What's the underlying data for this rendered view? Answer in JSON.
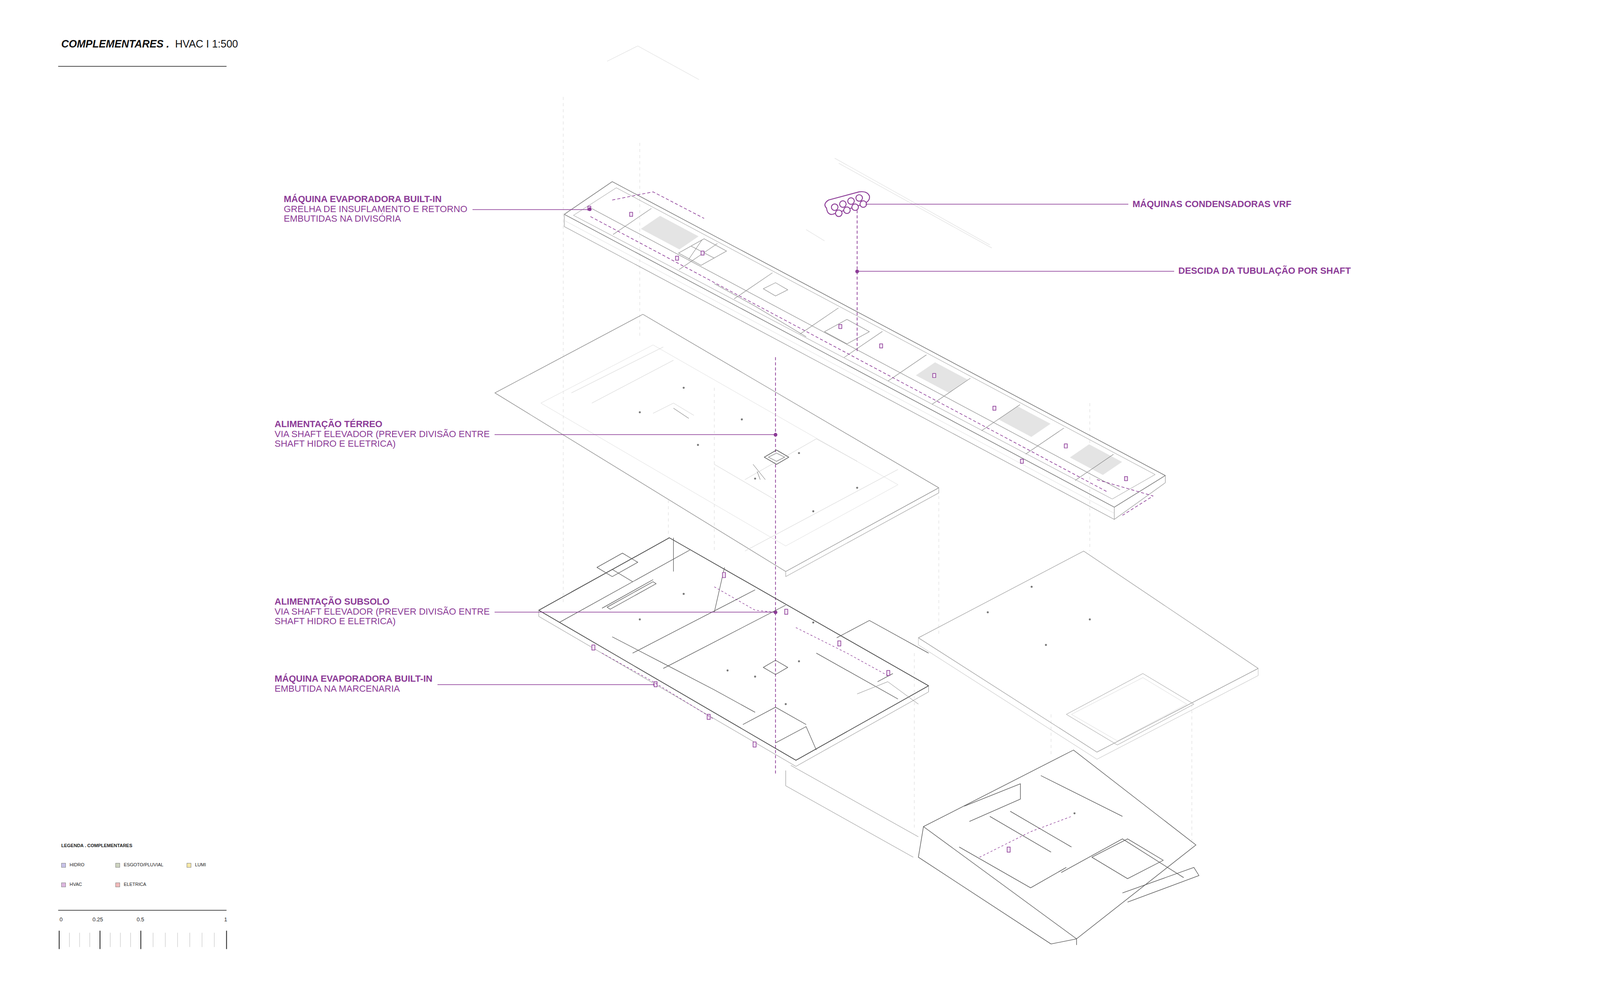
{
  "diagram": {
    "title": "COMPLEMENTARES .",
    "labels": [
      "HVAC I 1:500",
      "MÁQUINA EVAPORADORA BUILT-IN",
      "GRELHA DE INSUFLAMENTO E RETORNO EMBUTIDAS NA DIVISÓRIA",
      "MÁQUINAS CONDENSADORAS VRF",
      "DESCIDA DA TUBULAÇÃO POR SHAFT",
      "ALIMENTAÇÃO TÉRREO",
      "VIA SHAFT ELEVADOR (PREVER DIVISÃO ENTRE SHAFT HIDRO E ELETRICA)",
      "ALIMENTAÇÃO SUBSOLO",
      "VIA SHAFT ELEVADOR (PREVER DIVISÃO ENTRE SHAFT HIDRO E ELETRICA)",
      "MÁQUINA EVAPORADORA BUILT-IN",
      "EMBUTIDA NA MARCENARIA",
      "LEGENDA . COMPLEMENTARES",
      "0",
      "0.25",
      "0.5",
      "1"
    ],
    "legend": [
      {
        "text": "HIDRO",
        "color": "#c7c2e8"
      },
      {
        "text": "ESGOTO/PLUVIAL",
        "color": "#cdd3bf"
      },
      {
        "text": "LUMI",
        "color": "#f6e7a6"
      },
      {
        "text": "HVAC",
        "color": "#dcb6df"
      },
      {
        "text": "ELETRICA",
        "color": "#f1baba"
      }
    ]
  }
}
